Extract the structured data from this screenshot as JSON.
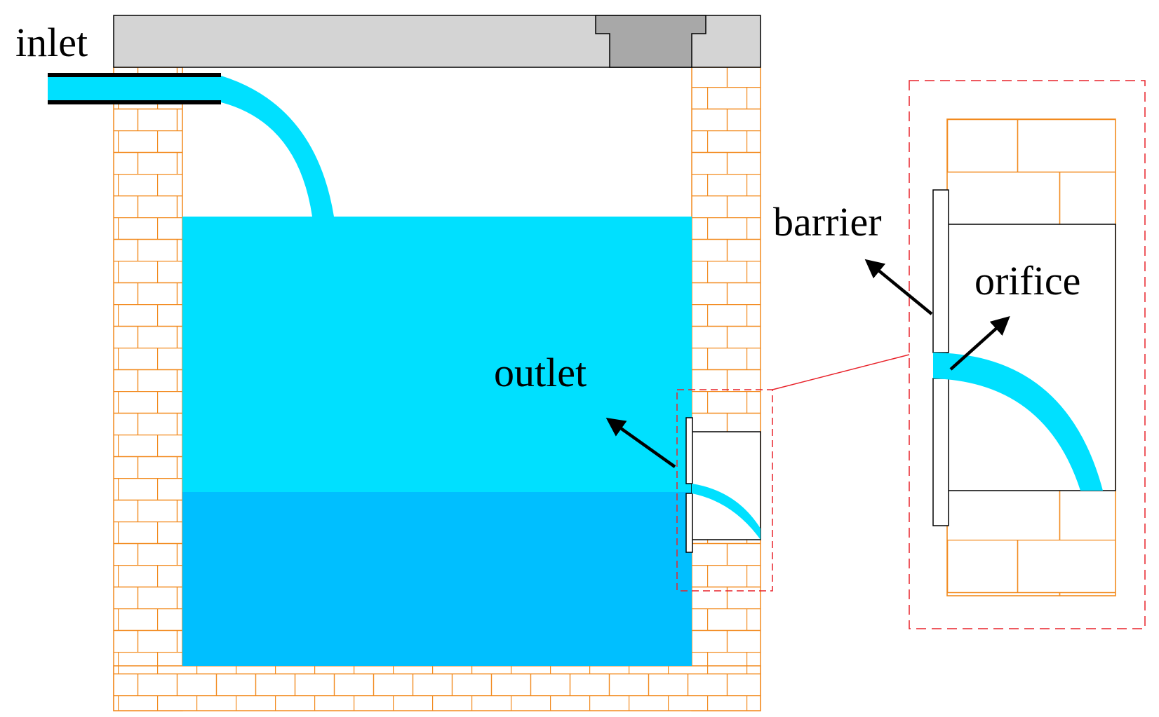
{
  "labels": {
    "inlet": "inlet",
    "outlet": "outlet",
    "barrier": "barrier",
    "orifice": "orifice"
  },
  "colors": {
    "water_upper": "#00e0ff",
    "water_lower": "#00bfff",
    "brick_line": "#f28a1e",
    "slab": "#d4d4d4",
    "manhole_cover": "#a8a8a8",
    "detail_frame": "#e8222a",
    "pipe_wall": "#000000",
    "arrow": "#000000"
  },
  "icons": [
    "inlet-pipe",
    "water-jet",
    "brick-wall",
    "manhole-cover",
    "barrier-plate",
    "orifice-jet",
    "pointer-arrow",
    "zoom-detail-frame"
  ]
}
